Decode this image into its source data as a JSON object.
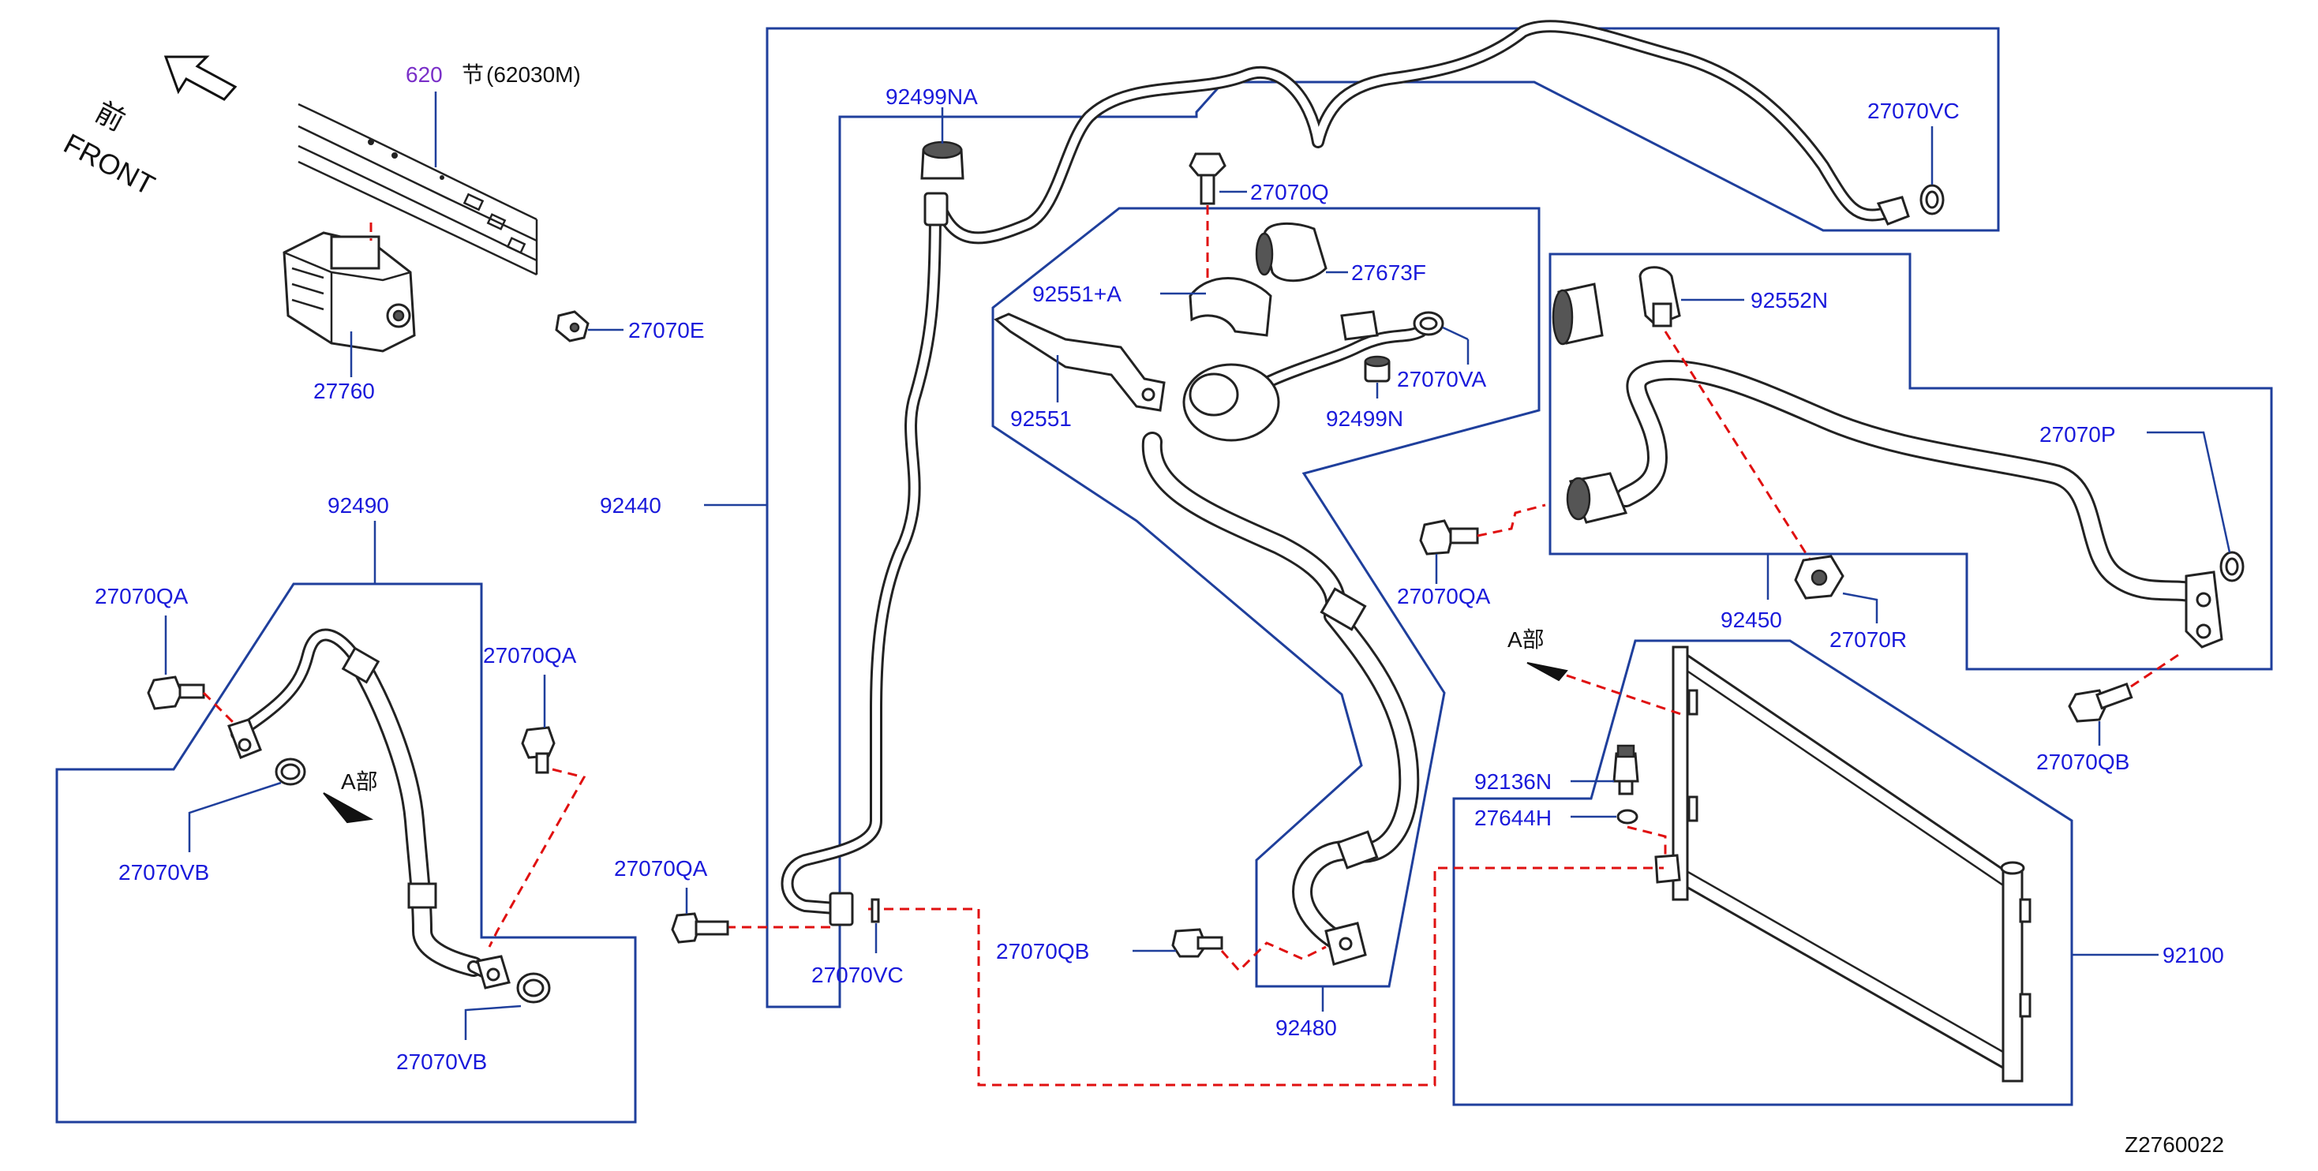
{
  "front": {
    "kanji": "前",
    "label": "FRONT"
  },
  "ref_header": {
    "section": "620",
    "kanji": "节",
    "code": "(62030M)"
  },
  "labels": {
    "p27760": "27760",
    "p27070E": "27070E",
    "p92499NA": "92499NA",
    "p27070VC_top": "27070VC",
    "p27070Q": "27070Q",
    "p27673F": "27673F",
    "p92551A": "92551+A",
    "p92551": "92551",
    "p27070VA": "27070VA",
    "p92499N": "92499N",
    "p92440": "92440",
    "p92552N": "92552N",
    "p27070P": "27070P",
    "p27070QA_mid": "27070QA",
    "p92450": "92450",
    "p27070R": "27070R",
    "p27070QB_right": "27070QB",
    "p92490": "92490",
    "p27070QA_left": "27070QA",
    "p27070QA_left2": "27070QA",
    "p27070VB_1": "27070VB",
    "p27070VB_2": "27070VB",
    "p27070QA_center": "27070QA",
    "p27070VC_bottom": "27070VC",
    "p27070QB_center": "27070QB",
    "p92480": "92480",
    "p92136N": "92136N",
    "p27644H": "27644H",
    "p92100": "92100",
    "a_bu_left": "A部",
    "a_bu_right": "A部"
  },
  "diagram_code": "Z2760022"
}
